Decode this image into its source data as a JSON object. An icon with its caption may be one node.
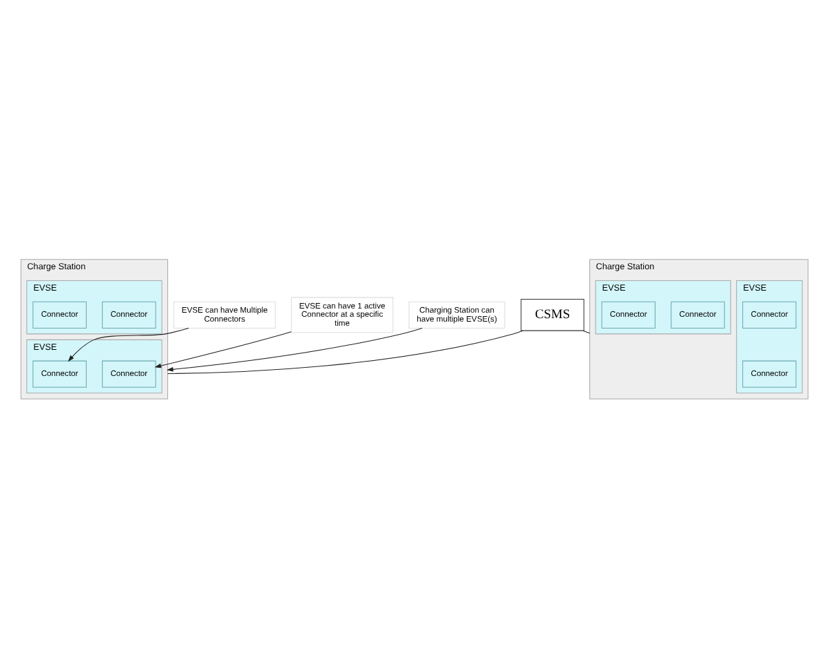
{
  "diagram": {
    "nodes": [
      {
        "text": [
          "CSMS"
        ]
      },
      {
        "text": [
          "Charge Station"
        ]
      },
      {
        "text": [
          "EVSE"
        ],
        "in": 1
      },
      {
        "text": [
          "Connector"
        ],
        "in": 2
      },
      {
        "text": [
          "Connector"
        ],
        "in": 2
      },
      {
        "text": [
          "EVSE"
        ],
        "in": 1
      },
      {
        "text": [
          "Connector"
        ],
        "in": 5
      },
      {
        "text": [
          "Connector"
        ],
        "in": 5
      },
      {
        "text": [
          "Charge Station"
        ]
      },
      {
        "text": [
          "EVSE"
        ],
        "in": 8
      },
      {
        "text": [
          "Connector"
        ],
        "in": 9
      },
      {
        "text": [
          "Connector"
        ],
        "in": 9
      },
      {
        "text": [
          "EVSE"
        ],
        "in": 8
      },
      {
        "text": [
          "Connector"
        ],
        "in": 12
      },
      {
        "text": [
          "Connector"
        ],
        "in": 12
      },
      {
        "text": [
          "EVSE can have 1 active Connector at a specific time"
        ]
      },
      {
        "text": [
          "EVSE can have Multiple Connectors"
        ]
      },
      {
        "text": [
          "Charging Station can have multiple EVSE(s)"
        ]
      }
    ],
    "edges": [
      {
        "from": 0,
        "to": 1,
        "arrow": "none"
      },
      {
        "from": 0,
        "to": 8,
        "arrow": "none"
      },
      {
        "from": 15,
        "to": 3,
        "arrow": "to"
      },
      {
        "from": 16,
        "to": 4,
        "arrow": "to"
      },
      {
        "from": 17,
        "to": 1,
        "arrow": "to"
      }
    ]
  }
}
